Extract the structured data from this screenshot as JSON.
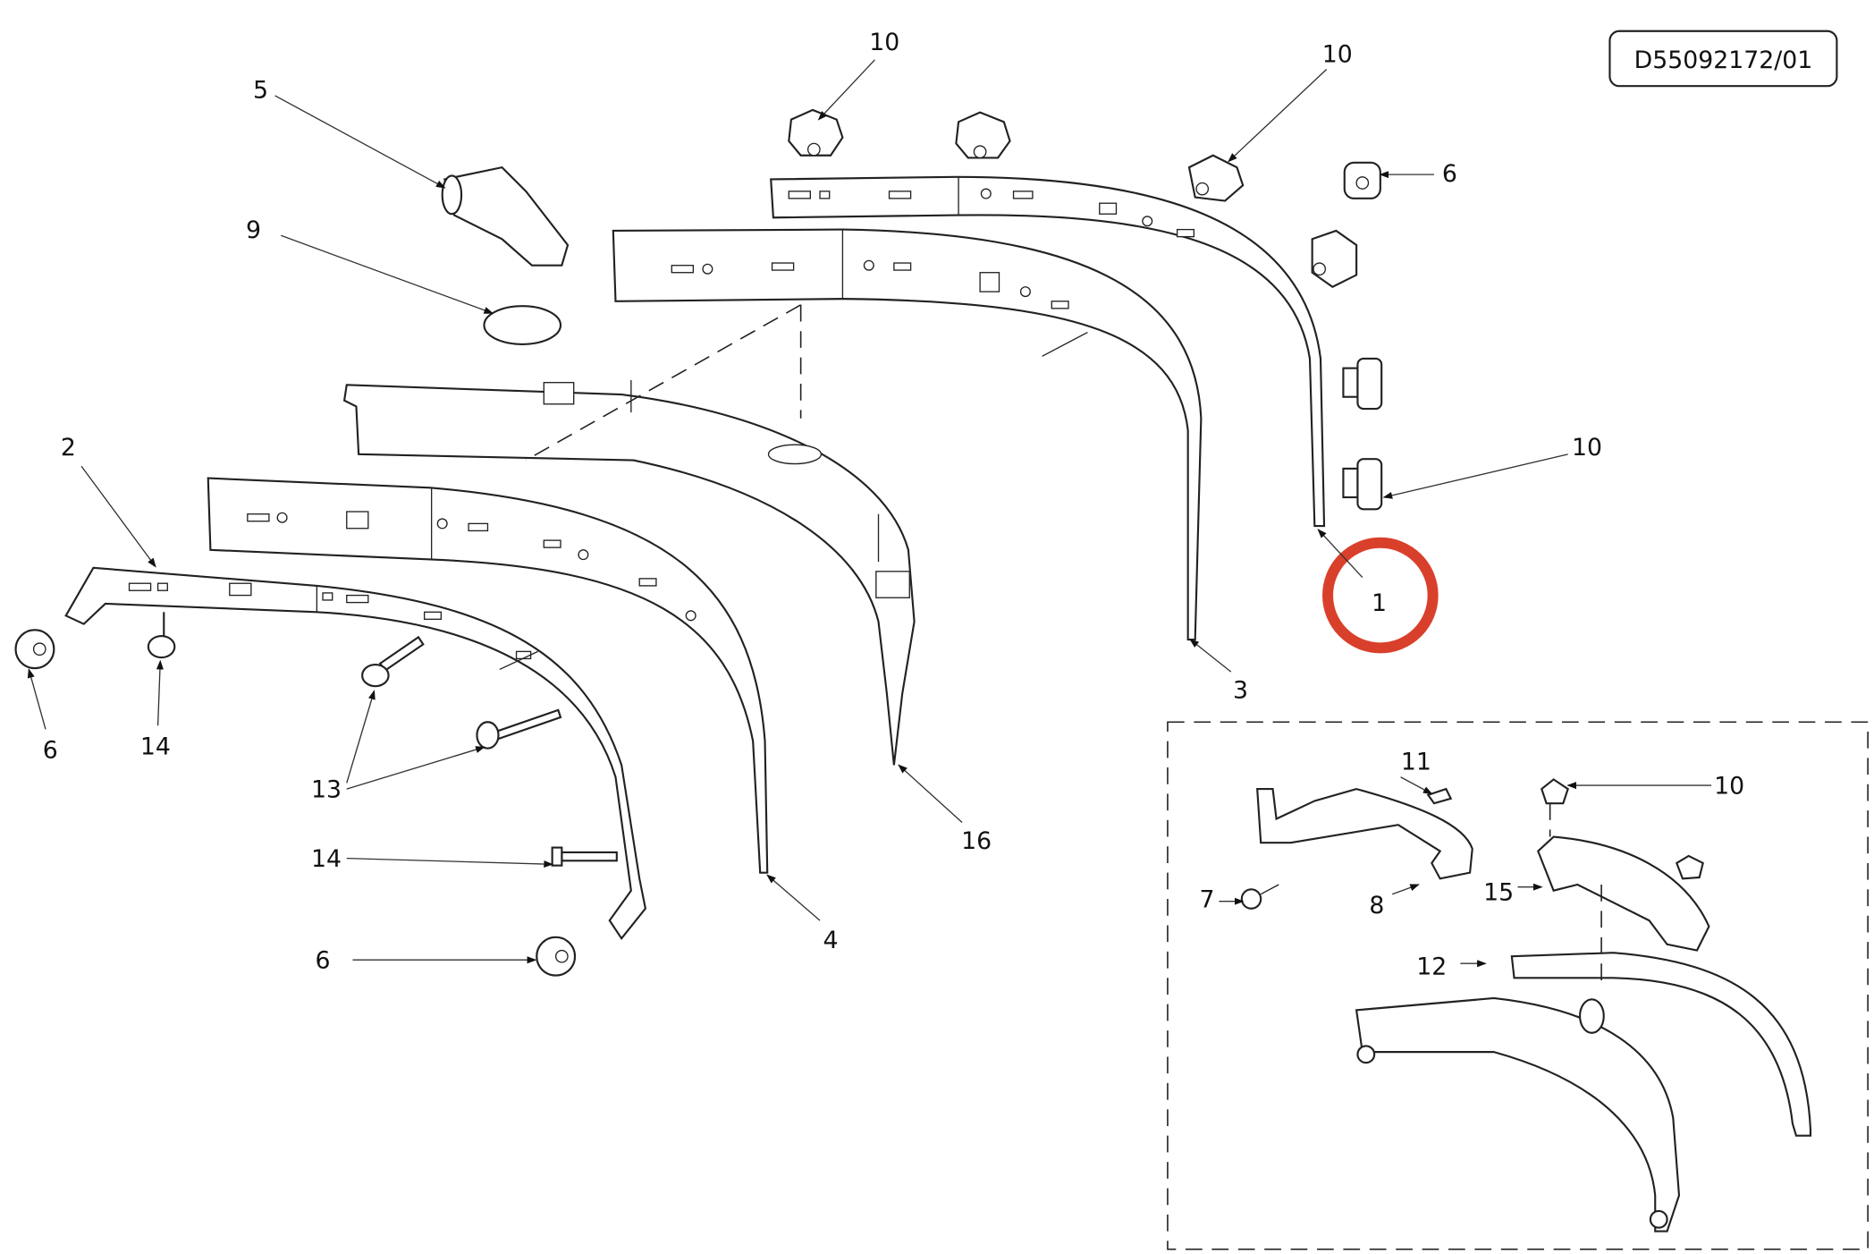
{
  "document_number": "D55092172/01",
  "highlight_color": "#d9402b",
  "callouts": {
    "c5": "5",
    "c9": "9",
    "c10a": "10",
    "c10b": "10",
    "c6a": "6",
    "c10c": "10",
    "c1": "1",
    "c3": "3",
    "c2": "2",
    "c6b": "6",
    "c14a": "14",
    "c13": "13",
    "c14b": "14",
    "c6c": "6",
    "c4": "4",
    "c16": "16"
  },
  "inset": {
    "c11": "11",
    "c10": "10",
    "c7": "7",
    "c8": "8",
    "c15": "15",
    "c12": "12"
  }
}
